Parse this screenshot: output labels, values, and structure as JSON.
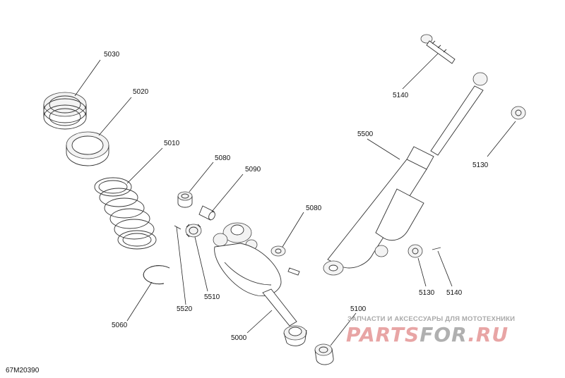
{
  "diagram": {
    "document_code": "67M20390",
    "callouts": [
      "5030",
      "5020",
      "5010",
      "5060",
      "5080",
      "5090",
      "5080",
      "5510",
      "5520",
      "5000",
      "5100",
      "5500",
      "5140",
      "5130",
      "5130",
      "5140"
    ]
  },
  "watermark": {
    "tagline": "ЗАПЧАСТИ И АКСЕССУАРЫ ДЛЯ МОТОТЕХНИКИ",
    "brand_part1": "PARTS",
    "brand_part2": "FOR",
    "brand_part3": ".RU"
  },
  "colors": {
    "watermark_red": "#e8a5a5",
    "watermark_dark": "#b0b0b0",
    "line": "#333333"
  }
}
